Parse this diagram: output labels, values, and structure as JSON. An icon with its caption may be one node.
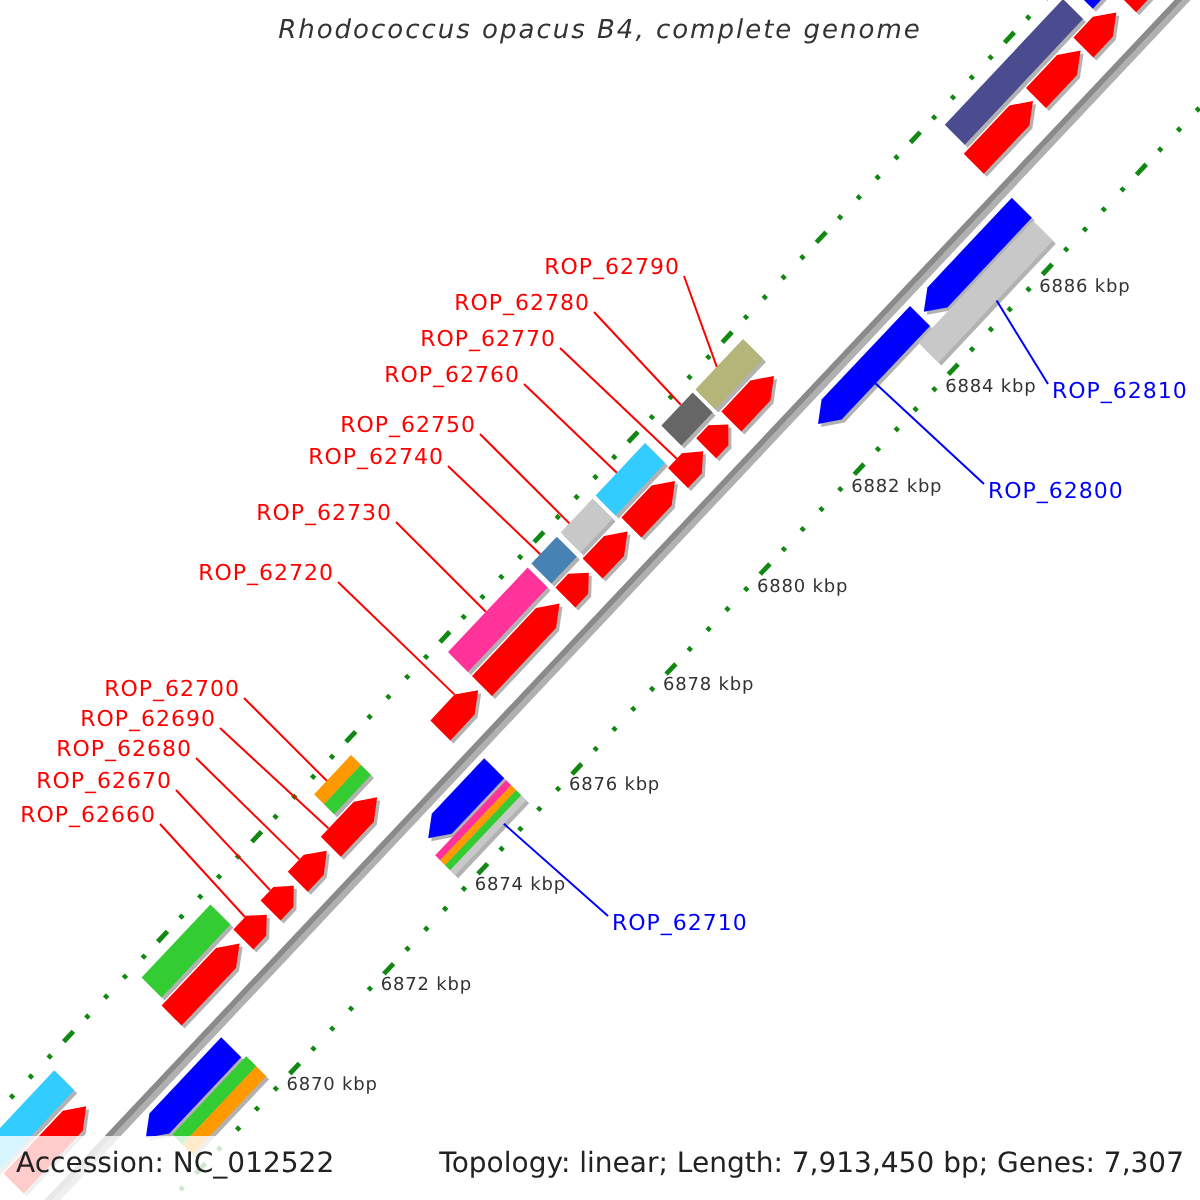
{
  "diagram": {
    "title": "Rhodococcus opacus B4, complete genome",
    "nodes": [
      {
        "text": [
          "ROP_62790"
        ]
      },
      {
        "text": [
          "ROP_62780"
        ]
      },
      {
        "text": [
          "ROP_62770"
        ]
      },
      {
        "text": [
          "ROP_62760"
        ]
      },
      {
        "text": [
          "ROP_62810"
        ]
      },
      {
        "text": [
          "ROP_62750"
        ]
      },
      {
        "text": [
          "ROP_62740"
        ]
      },
      {
        "text": [
          "ROP_62800"
        ]
      },
      {
        "text": [
          "ROP_62730"
        ]
      },
      {
        "text": [
          "ROP_62720"
        ]
      },
      {
        "text": [
          "ROP_62700"
        ]
      },
      {
        "text": [
          "ROP_62690"
        ]
      },
      {
        "text": [
          "ROP_62680"
        ]
      },
      {
        "text": [
          "ROP_62670"
        ]
      },
      {
        "text": [
          "ROP_62660"
        ]
      },
      {
        "text": [
          "ROP_62710"
        ]
      },
      {
        "text": [],
        "shape": "bar"
      },
      {
        "text": [],
        "shape": "bar"
      },
      {
        "text": [],
        "shape": "bar"
      },
      {
        "text": [],
        "shape": "bar"
      },
      {
        "text": [],
        "shape": "bar"
      },
      {
        "text": [],
        "shape": "bar"
      },
      {
        "text": [],
        "shape": "bar"
      },
      {
        "text": [],
        "shape": "bar"
      },
      {
        "text": [],
        "shape": "bar"
      },
      {
        "text": [],
        "shape": "bar"
      },
      {
        "text": [],
        "shape": "bar"
      },
      {
        "text": [],
        "shape": "bar"
      },
      {
        "text": [],
        "shape": "arrow"
      },
      {
        "text": [],
        "shape": "arrow"
      },
      {
        "text": [],
        "shape": "arrow"
      },
      {
        "text": [],
        "shape": "arrow"
      },
      {
        "text": [],
        "shape": "arrow"
      },
      {
        "text": [],
        "shape": "arrow"
      },
      {
        "text": [],
        "shape": "arrow"
      },
      {
        "text": [],
        "shape": "arrow"
      },
      {
        "text": [],
        "shape": "arrow"
      },
      {
        "text": [],
        "shape": "arrow"
      },
      {
        "text": [],
        "shape": "arrow"
      },
      {
        "text": [],
        "shape": "arrow"
      },
      {
        "text": [],
        "shape": "arrow"
      },
      {
        "text": [],
        "shape": "arrow"
      },
      {
        "text": [],
        "shape": "arrow"
      },
      {
        "text": [],
        "shape": "arrow"
      },
      {
        "text": [],
        "shape": "arrow"
      },
      {
        "text": [],
        "shape": "arrow"
      },
      {
        "text": [],
        "shape": "arrow"
      },
      {
        "text": [],
        "shape": "arrow"
      },
      {
        "text": [],
        "shape": "arrow"
      },
      {
        "text": [],
        "shape": "arrow"
      },
      {
        "text": [],
        "shape": "bar"
      },
      {
        "text": [],
        "shape": "bar"
      },
      {
        "text": [],
        "shape": "bar"
      },
      {
        "text": [],
        "shape": "bar"
      },
      {
        "text": [],
        "shape": "bar"
      },
      {
        "text": [],
        "shape": "bar"
      },
      {
        "text": [],
        "shape": "bar"
      }
    ],
    "edges": [
      {
        "from": 0,
        "to": 25,
        "arrow": "none"
      },
      {
        "from": 1,
        "to": 24,
        "arrow": "none"
      },
      {
        "from": 2,
        "to": 39,
        "arrow": "none"
      },
      {
        "from": 3,
        "to": 23,
        "arrow": "none"
      },
      {
        "from": 4,
        "to": 56,
        "arrow": "none",
        "color": "#0000ff"
      },
      {
        "from": 5,
        "to": 22,
        "arrow": "none"
      },
      {
        "from": 6,
        "to": 21,
        "arrow": "none"
      },
      {
        "from": 7,
        "to": 48,
        "arrow": "none",
        "color": "#0000ff"
      },
      {
        "from": 8,
        "to": 20,
        "arrow": "none"
      },
      {
        "from": 9,
        "to": 34,
        "arrow": "none"
      },
      {
        "from": 10,
        "to": 18,
        "arrow": "none"
      },
      {
        "from": 11,
        "to": 33,
        "arrow": "none"
      },
      {
        "from": 12,
        "to": 32,
        "arrow": "none"
      },
      {
        "from": 13,
        "to": 31,
        "arrow": "none"
      },
      {
        "from": 14,
        "to": 30,
        "arrow": "none"
      },
      {
        "from": 15,
        "to": 55,
        "arrow": "none",
        "color": "#0000ff"
      }
    ],
    "labels": [
      "6870 kbp",
      "6872 kbp",
      "6874 kbp",
      "6876 kbp",
      "6878 kbp",
      "6880 kbp",
      "6882 kbp",
      "6884 kbp",
      "6886 kbp",
      "Accession: NC_012522",
      "Topology: linear; Length: 7,913,450 bp; Genes: 7,307"
    ]
  }
}
